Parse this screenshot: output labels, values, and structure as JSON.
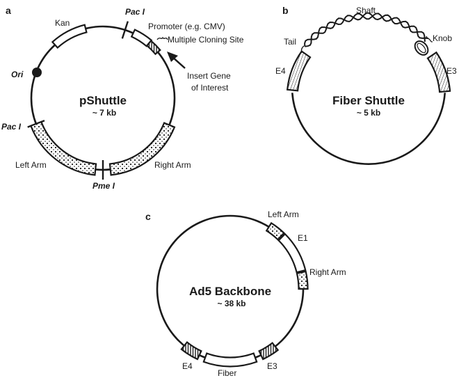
{
  "panels": {
    "a": {
      "letter": "a",
      "title": "pShuttle",
      "size": "~ 7 kb",
      "labels": {
        "kan": "Kan",
        "pac_top": "Pac I",
        "promoter": "Promoter (e.g. CMV)",
        "mcs": "Multiple Cloning Site",
        "insert_line1": "Insert Gene",
        "insert_line2": "of Interest",
        "ori": "Ori",
        "pac_left": "Pac I",
        "left_arm": "Left Arm",
        "right_arm": "Right Arm",
        "pme": "Pme I"
      }
    },
    "b": {
      "letter": "b",
      "title": "Fiber Shuttle",
      "size": "~ 5 kb",
      "labels": {
        "shaft": "Shaft",
        "tail": "Tail",
        "knob": "Knob",
        "e4": "E4",
        "e3": "E3"
      }
    },
    "c": {
      "letter": "c",
      "title": "Ad5 Backbone",
      "size": "~ 38 kb",
      "labels": {
        "left_arm": "Left Arm",
        "e1": "E1",
        "right_arm": "Right Arm",
        "e4": "E4",
        "fiber": "Fiber",
        "e3": "E3"
      }
    }
  },
  "colors": {
    "stroke": "#1a1a1a",
    "background": "#ffffff"
  }
}
